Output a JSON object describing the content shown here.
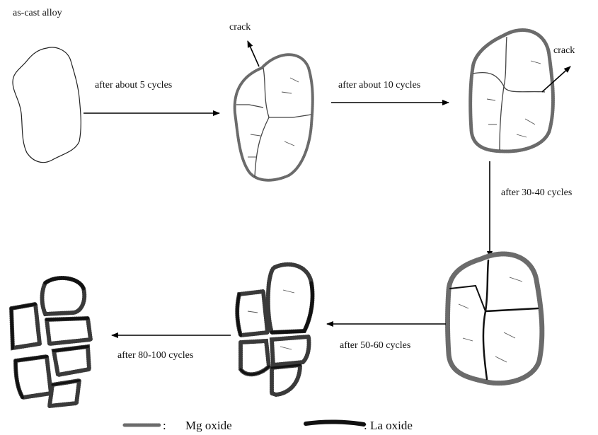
{
  "labels": {
    "as_cast": "as-cast alloy",
    "crack_1": "crack",
    "crack_2": "crack",
    "step_5": "after about 5 cycles",
    "step_10": "after about 10 cycles",
    "step_30_40": "after 30-40 cycles",
    "step_50_60": "after 50-60 cycles",
    "step_80_100": "after 80-100 cycles"
  },
  "legend": {
    "mg_label": "Mg oxide",
    "mg_separator": ":",
    "la_label": ": La oxide"
  },
  "colors": {
    "mg_oxide": "#6b6b6b",
    "la_oxide": "#111111",
    "arrow": "#000000"
  }
}
